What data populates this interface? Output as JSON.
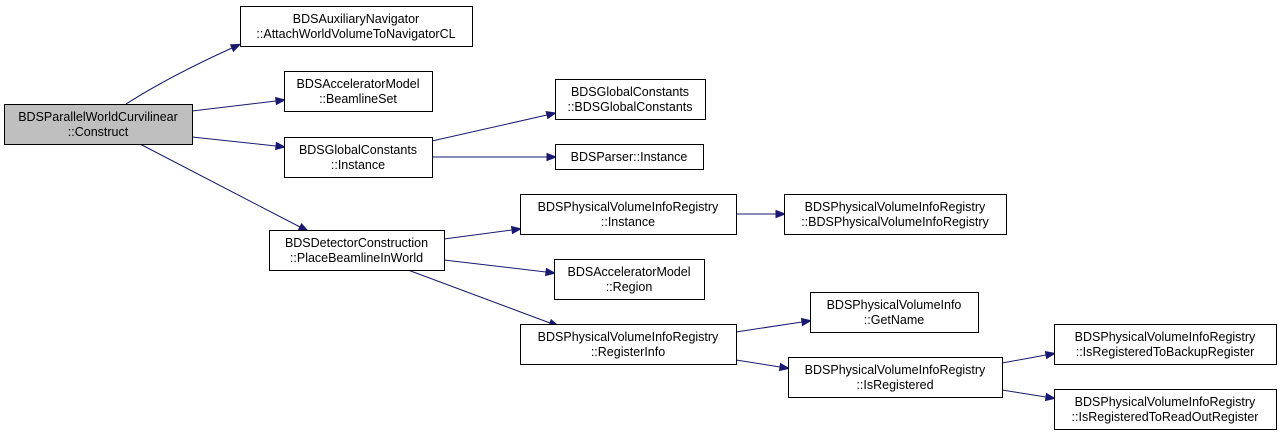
{
  "colors": {
    "edge": "#191970",
    "node_fill": "#ffffff",
    "root_fill": "#bfbfbf",
    "border": "#000000"
  },
  "nodes": [
    {
      "id": "root",
      "lines": [
        "BDSParallelWorldCurvilinear",
        "::Construct"
      ],
      "highlight": true
    },
    {
      "id": "aux",
      "lines": [
        "BDSAuxiliaryNavigator",
        "::AttachWorldVolumeToNavigatorCL"
      ]
    },
    {
      "id": "accset",
      "lines": [
        "BDSAcceleratorModel",
        "::BeamlineSet"
      ]
    },
    {
      "id": "gcinst",
      "lines": [
        "BDSGlobalConstants",
        "::Instance"
      ]
    },
    {
      "id": "gcctor",
      "lines": [
        "BDSGlobalConstants",
        "::BDSGlobalConstants"
      ]
    },
    {
      "id": "parser",
      "lines": [
        "BDSParser::Instance"
      ]
    },
    {
      "id": "detcon",
      "lines": [
        "BDSDetectorConstruction",
        "::PlaceBeamlineInWorld"
      ]
    },
    {
      "id": "pvinst",
      "lines": [
        "BDSPhysicalVolumeInfoRegistry",
        "::Instance"
      ]
    },
    {
      "id": "pvctor",
      "lines": [
        "BDSPhysicalVolumeInfoRegistry",
        "::BDSPhysicalVolumeInfoRegistry"
      ]
    },
    {
      "id": "accreg",
      "lines": [
        "BDSAcceleratorModel",
        "::Region"
      ]
    },
    {
      "id": "pvreg",
      "lines": [
        "BDSPhysicalVolumeInfoRegistry",
        "::RegisterInfo"
      ]
    },
    {
      "id": "pvname",
      "lines": [
        "BDSPhysicalVolumeInfo",
        "::GetName"
      ]
    },
    {
      "id": "pvisreg",
      "lines": [
        "BDSPhysicalVolumeInfoRegistry",
        "::IsRegistered"
      ]
    },
    {
      "id": "pvbackup",
      "lines": [
        "BDSPhysicalVolumeInfoRegistry",
        "::IsRegisteredToBackupRegister"
      ]
    },
    {
      "id": "pvreadout",
      "lines": [
        "BDSPhysicalVolumeInfoRegistry",
        "::IsRegisteredToReadOutRegister"
      ]
    }
  ],
  "edges": [
    {
      "from": "root",
      "to": "aux"
    },
    {
      "from": "root",
      "to": "accset"
    },
    {
      "from": "root",
      "to": "gcinst"
    },
    {
      "from": "root",
      "to": "detcon"
    },
    {
      "from": "gcinst",
      "to": "gcctor"
    },
    {
      "from": "gcinst",
      "to": "parser"
    },
    {
      "from": "detcon",
      "to": "pvinst"
    },
    {
      "from": "detcon",
      "to": "accreg"
    },
    {
      "from": "detcon",
      "to": "pvreg"
    },
    {
      "from": "pvinst",
      "to": "pvctor"
    },
    {
      "from": "pvreg",
      "to": "pvname"
    },
    {
      "from": "pvreg",
      "to": "pvisreg"
    },
    {
      "from": "pvisreg",
      "to": "pvbackup"
    },
    {
      "from": "pvisreg",
      "to": "pvreadout"
    }
  ]
}
